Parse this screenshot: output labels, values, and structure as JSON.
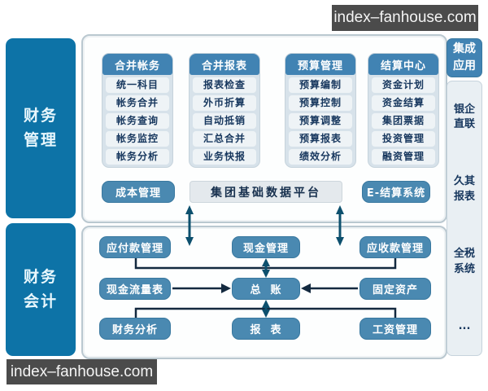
{
  "watermarks": {
    "top_right": "index–fanhouse.com",
    "bottom_left": "index–fanhouse.com"
  },
  "left_blocks": {
    "finance_management": "财务\n管理",
    "finance_accounting": "财务\n会计"
  },
  "top_panel": {
    "columns": [
      {
        "header": "合并帐务",
        "items": [
          "统一科目",
          "帐务合并",
          "帐务查询",
          "帐务监控",
          "帐务分析"
        ]
      },
      {
        "header": "合并报表",
        "items": [
          "报表检查",
          "外币折算",
          "自动抵销",
          "汇总合并",
          "业务快报"
        ]
      },
      {
        "header": "预算管理",
        "items": [
          "预算编制",
          "预算控制",
          "预算调整",
          "预算报表",
          "绩效分析"
        ]
      },
      {
        "header": "结算中心",
        "items": [
          "资金计划",
          "资金结算",
          "集团票据",
          "投资管理",
          "融资管理"
        ]
      }
    ],
    "cost_management": "成本管理",
    "data_platform": "集团基础数据平台",
    "e_settlement": "E-结算系统"
  },
  "bottom_panel": {
    "payable": "应付款管理",
    "cash_management": "现金管理",
    "receivable": "应收款管理",
    "cash_flow": "现金流量表",
    "general_ledger": "总  账",
    "fixed_assets": "固定资产",
    "financial_analysis": "财务分析",
    "report": "报  表",
    "salary_management": "工资管理"
  },
  "sidebar": {
    "header": "集成\n应用",
    "items": [
      "银企\n直联",
      "久其\n报表",
      "全税\n系统",
      "..."
    ]
  },
  "colors": {
    "deep_blue": "#0d73a7",
    "header_blue": "#4183b3",
    "button_blue": "#4a89b1",
    "watermark_bg": "#4b4b4b",
    "connector_dark": "#13293f",
    "arrow_teal": "#0d506e"
  }
}
